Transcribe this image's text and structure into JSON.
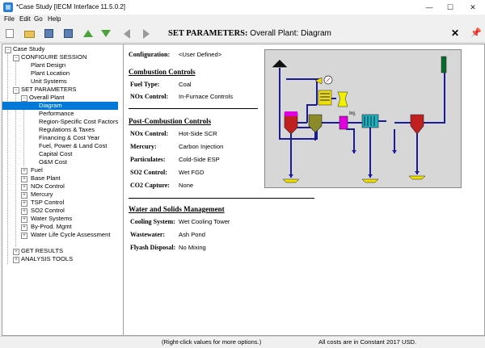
{
  "window": {
    "title": "*Case Study [IECM Interface 11.5.0.2]",
    "minimize": "—",
    "maximize": "☐",
    "close": "✕"
  },
  "menu": [
    "File",
    "Edit",
    "Go",
    "Help"
  ],
  "header": {
    "section": "SET PARAMETERS:",
    "subtitle": "Overall Plant: Diagram",
    "close": "✕",
    "pin": "📌"
  },
  "tree": {
    "root": "Case Study",
    "configure": "CONFIGURE SESSION",
    "configure_items": [
      "Plant Design",
      "Plant Location",
      "Unit Systems"
    ],
    "set_params": "SET PARAMETERS",
    "overall_plant": "Overall Plant",
    "overall_items": [
      "Diagram",
      "Performance",
      "Region-Specific Cost Factors",
      "Regulations & Taxes",
      "Financing & Cost Year",
      "Fuel, Power & Land Cost",
      "Capital Cost",
      "O&M Cost"
    ],
    "param_groups": [
      "Fuel",
      "Base Plant",
      "NOx Control",
      "Mercury",
      "TSP Control",
      "SO2 Control",
      "Water Systems",
      "By-Prod. Mgmt",
      "Water Life Cycle Assessment"
    ],
    "get_results": "GET RESULTS",
    "analysis_tools": "ANALYSIS TOOLS"
  },
  "config": {
    "label": "Configuration:",
    "value": "<User Defined>"
  },
  "combustion": {
    "title": "Combustion Controls",
    "fuel_label": "Fuel Type:",
    "fuel_value": "Coal",
    "nox_label": "NOx Control:",
    "nox_value": "In-Furnace Controls"
  },
  "post": {
    "title": "Post-Combustion Controls",
    "nox_label": "NOx Control:",
    "nox_value": "Hot-Side SCR",
    "hg_label": "Mercury:",
    "hg_value": "Carbon Injection",
    "part_label": "Particulates:",
    "part_value": "Cold-Side ESP",
    "so2_label": "SO2 Control:",
    "so2_value": "Wet FGD",
    "co2_label": "CO2 Capture:",
    "co2_value": "None"
  },
  "water": {
    "title": "Water and Solids Management",
    "cool_label": "Cooling System:",
    "cool_value": "Wet Cooling Tower",
    "ww_label": "Wastewater:",
    "ww_value": "Ash Pond",
    "fly_label": "Flyash Disposal:",
    "fly_value": "No Mixing"
  },
  "diagram": {
    "inj_label": "Inj.",
    "colors": {
      "background": "#d7d7d7",
      "line": "#1a1a9a",
      "boiler": "#c02020",
      "scr": "#8a8a2a",
      "esp": "#e000e0",
      "fgd": "#20b0c0",
      "stack": "#0a6a2a",
      "fuel": "#f0f000"
    }
  },
  "status": {
    "hint": "(Right-click values for more options.)",
    "cost_note": "All costs are in Constant 2017 USD."
  }
}
